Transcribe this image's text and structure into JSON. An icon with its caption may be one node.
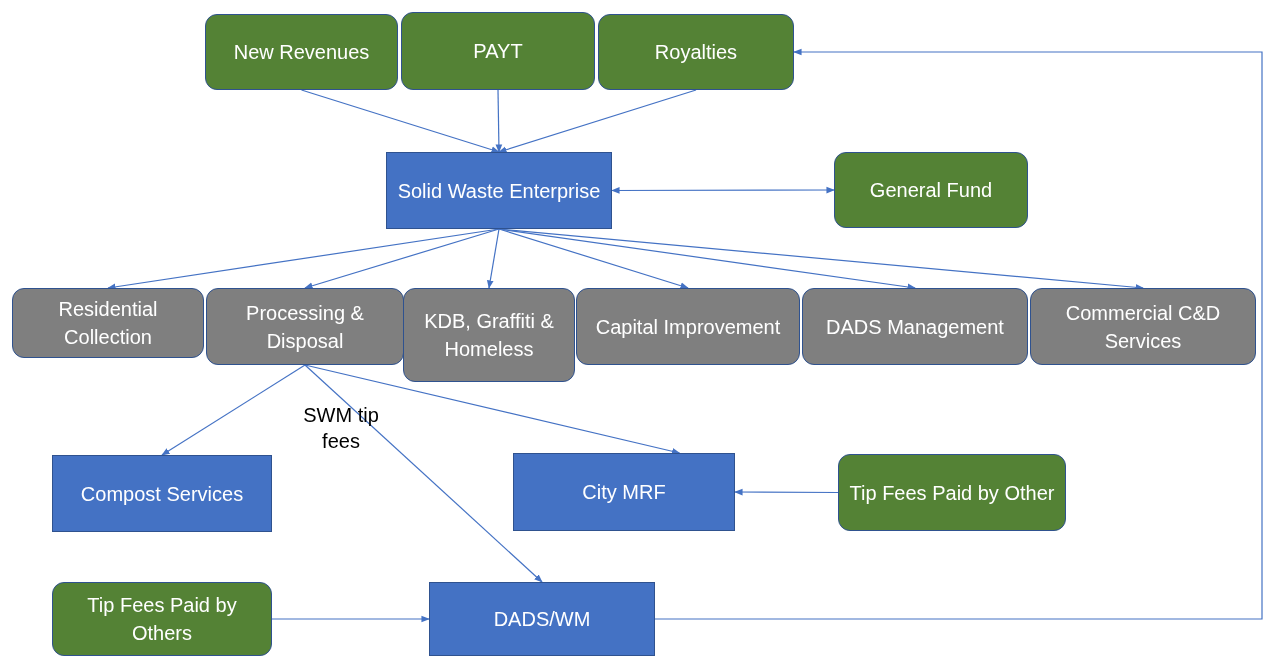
{
  "diagram": {
    "nodes": [
      {
        "text": [
          "New Revenues"
        ]
      },
      {
        "text": [
          "PAYT"
        ]
      },
      {
        "text": [
          "Royalties"
        ]
      },
      {
        "text": [
          "Solid Waste Enterprise"
        ]
      },
      {
        "text": [
          "General Fund"
        ]
      },
      {
        "text": [
          "Residential Collection"
        ]
      },
      {
        "text": [
          "Processing & Disposal"
        ]
      },
      {
        "text": [
          "KDB, Graffiti & Homeless"
        ]
      },
      {
        "text": [
          "Capital Improvement"
        ]
      },
      {
        "text": [
          "DADS Management"
        ]
      },
      {
        "text": [
          "Commercial C&D Services"
        ]
      },
      {
        "text": [
          "Compost Services"
        ]
      },
      {
        "text": [
          "City MRF"
        ]
      },
      {
        "text": [
          "Tip Fees Paid by Other"
        ]
      },
      {
        "text": [
          "Tip Fees Paid by Others"
        ]
      },
      {
        "text": [
          "DADS/WM"
        ]
      }
    ],
    "edges": [
      {
        "from": 0,
        "to": 3,
        "arrow": "to"
      },
      {
        "from": 1,
        "to": 3,
        "arrow": "to"
      },
      {
        "from": 2,
        "to": 3,
        "arrow": "to"
      },
      {
        "from": 3,
        "to": 4,
        "arrow": "both"
      },
      {
        "from": 3,
        "to": 5,
        "arrow": "to"
      },
      {
        "from": 3,
        "to": 6,
        "arrow": "to"
      },
      {
        "from": 3,
        "to": 7,
        "arrow": "to"
      },
      {
        "from": 3,
        "to": 8,
        "arrow": "to"
      },
      {
        "from": 3,
        "to": 9,
        "arrow": "to"
      },
      {
        "from": 3,
        "to": 10,
        "arrow": "to"
      },
      {
        "from": 6,
        "to": 11,
        "arrow": "to"
      },
      {
        "from": 6,
        "to": 12,
        "arrow": "to"
      },
      {
        "from": 6,
        "to": 15,
        "arrow": "to",
        "label": "SWM tip fees"
      },
      {
        "from": 13,
        "to": 12,
        "arrow": "to"
      },
      {
        "from": 14,
        "to": 15,
        "arrow": "to"
      },
      {
        "from": 15,
        "to": 2,
        "arrow": "to"
      }
    ]
  }
}
